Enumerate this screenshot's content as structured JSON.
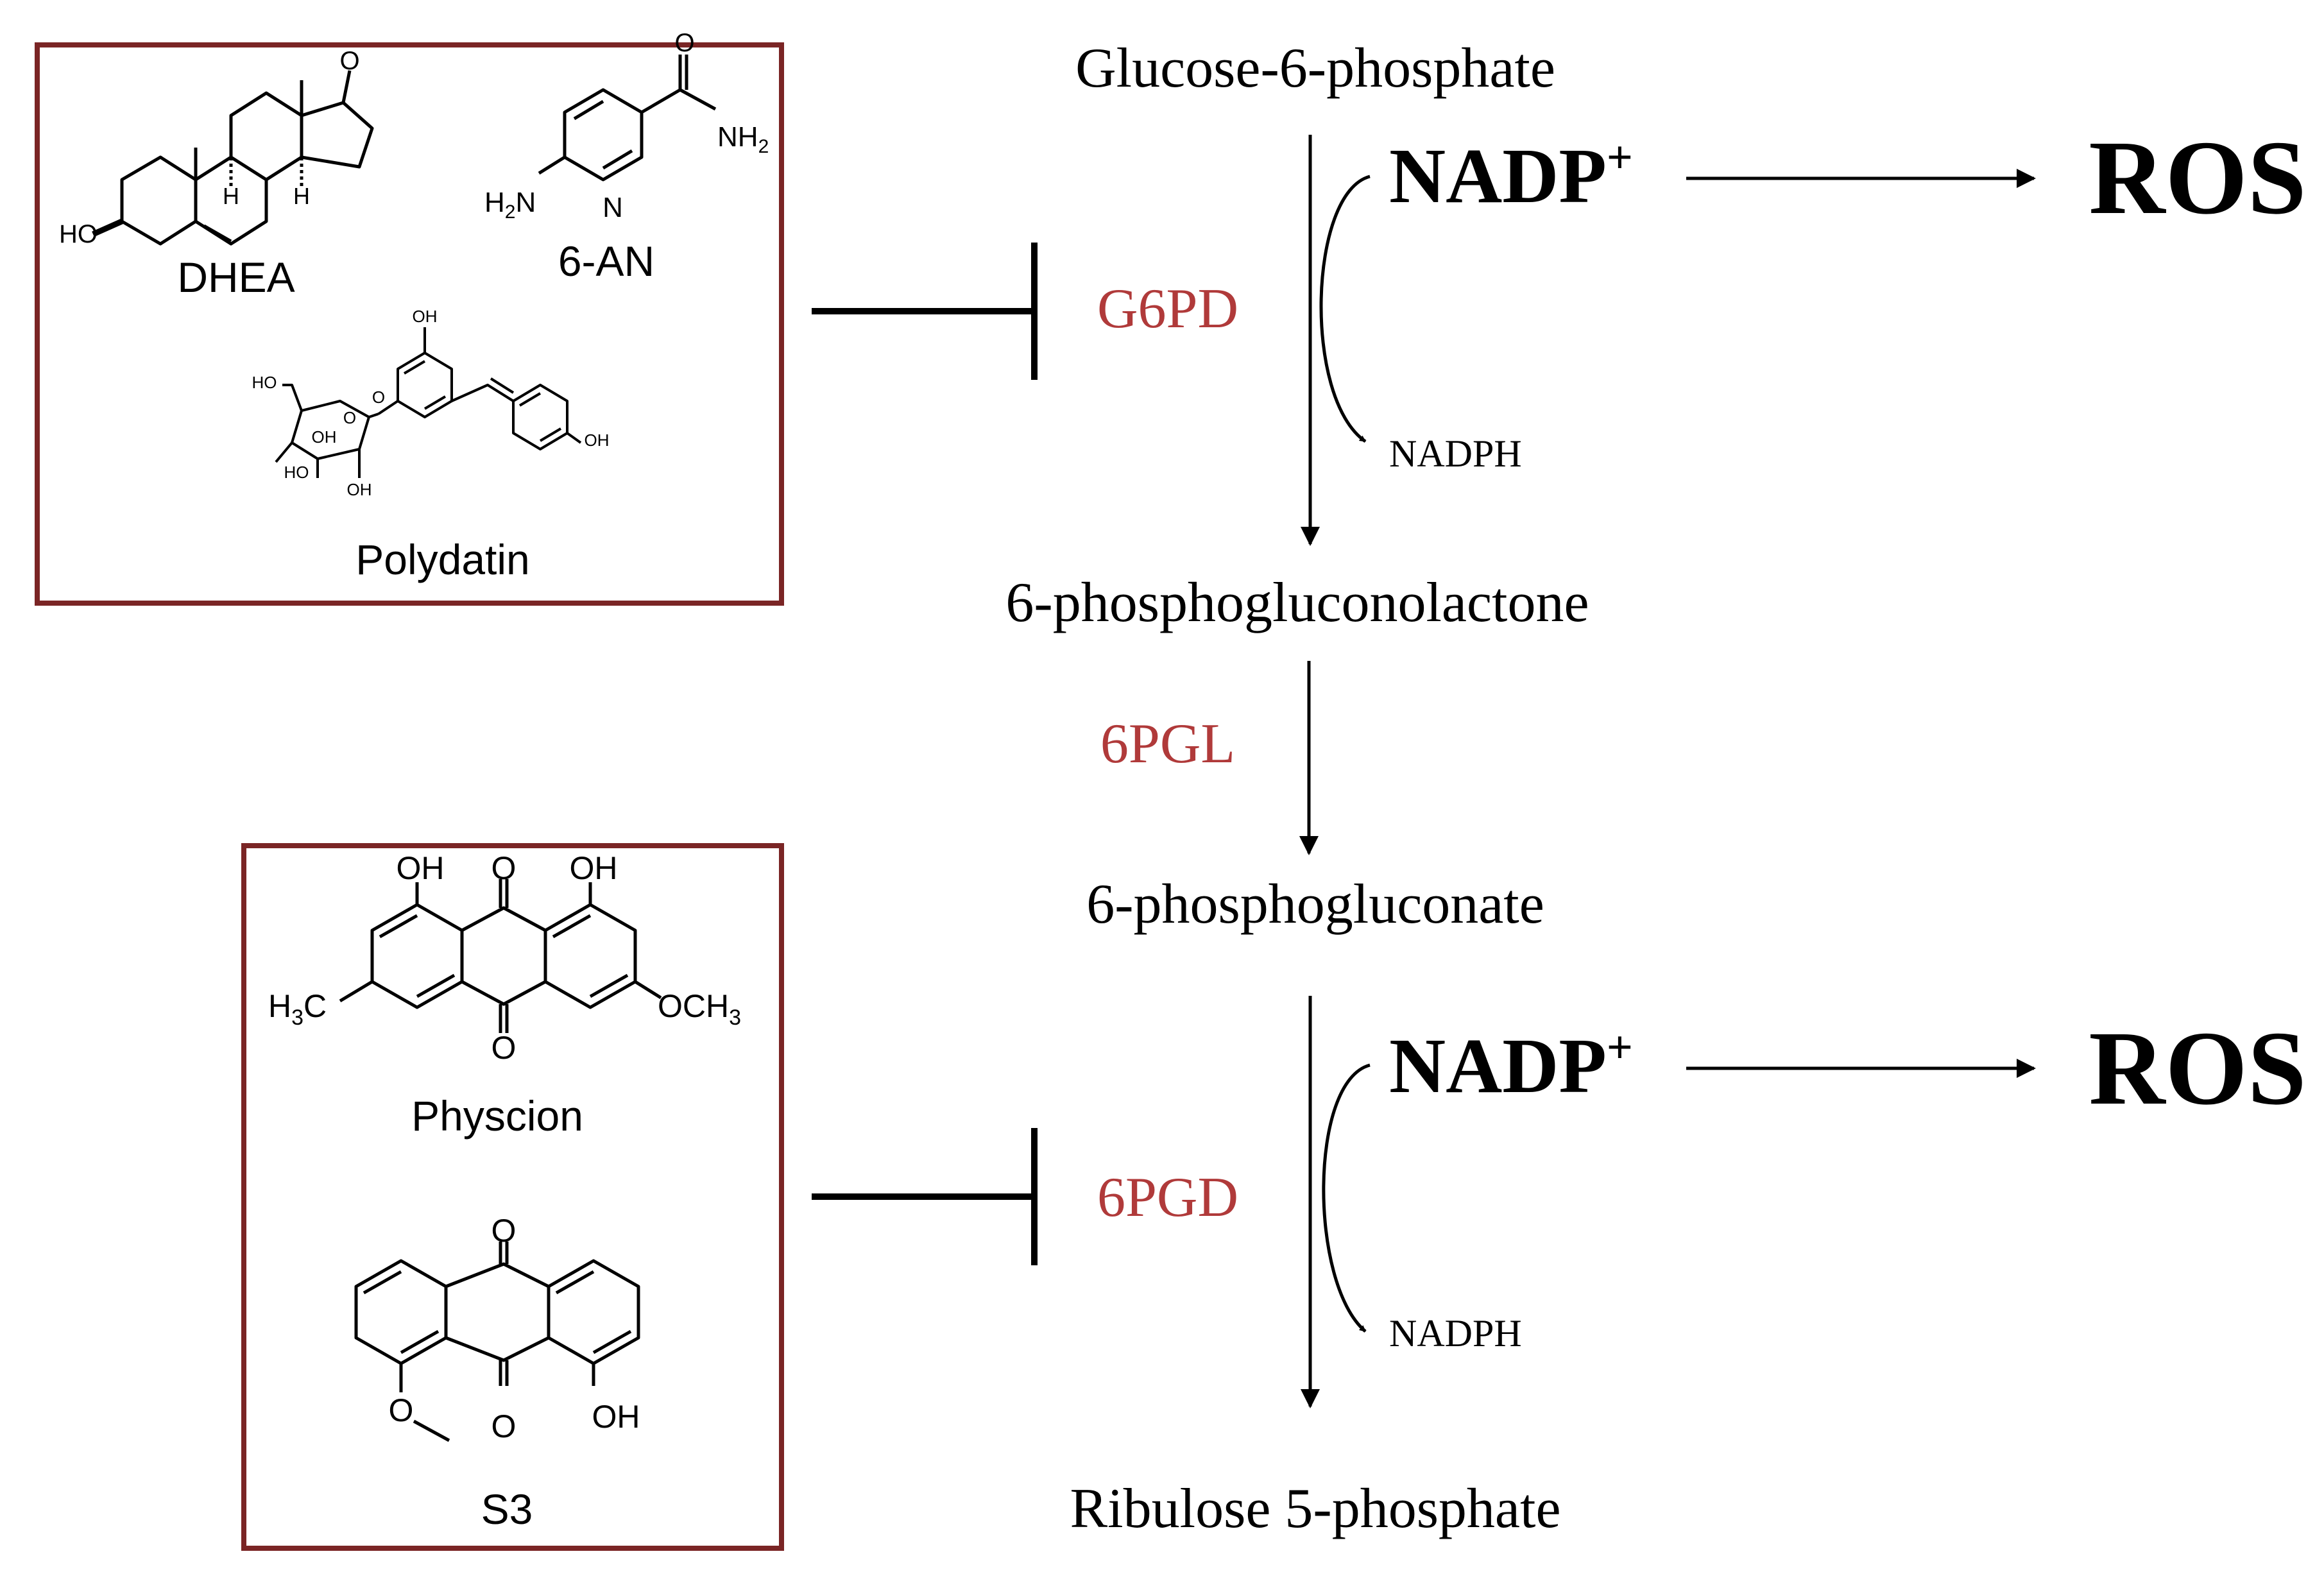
{
  "colors": {
    "box_border": "#7a2525",
    "enzyme": "#b03a3a",
    "ink": "#000000"
  },
  "pathway": {
    "glucose6p": "Glucose-6-phosphate",
    "pgl": "6-phosphogluconolactone",
    "pg": "6-phosphogluconate",
    "ru5p": "Ribulose 5-phosphate"
  },
  "enzymes": {
    "g6pd": "G6PD",
    "pgl6": "6PGL",
    "pgd6": "6PGD"
  },
  "cofactors": {
    "nadp_1": "NADP",
    "nadp_1_sup": "+",
    "nadph_1": "NADPH",
    "ros_1": "ROS",
    "nadp_2": "NADP",
    "nadp_2_sup": "+",
    "nadph_2": "NADPH",
    "ros_2": "ROS"
  },
  "inhibitors_g6pd": {
    "dhea": "DHEA",
    "an6": "6-AN",
    "polydatin": "Polydatin",
    "atoms": {
      "o_ketone": "O",
      "ho": "HO",
      "h1": "H",
      "h2": "H",
      "o_amide": "O",
      "nh2": "NH",
      "nh2_sub": "2",
      "h2n": "H",
      "h2n_sub": "2",
      "h2n_n": "N",
      "n_ring": "N",
      "oh_top": "OH",
      "ho_ch2": "HO",
      "o_ring": "O",
      "o_link": "O",
      "oh_ring": "OH",
      "ho_ring": "HO",
      "oh_bottom": "OH",
      "oh_phenol": "OH"
    }
  },
  "inhibitors_6pgd": {
    "physcion": "Physcion",
    "s3": "S3",
    "atoms": {
      "oh_left": "OH",
      "o_top": "O",
      "oh_right": "OH",
      "h3c": "H",
      "h3c_sub": "3",
      "h3c_c": "C",
      "och3": "OCH",
      "och3_sub": "3",
      "o_bottom": "O",
      "s3_o_top": "O",
      "s3_o_methoxy": "O",
      "s3_o_bottom": "O",
      "s3_oh": "OH"
    }
  }
}
